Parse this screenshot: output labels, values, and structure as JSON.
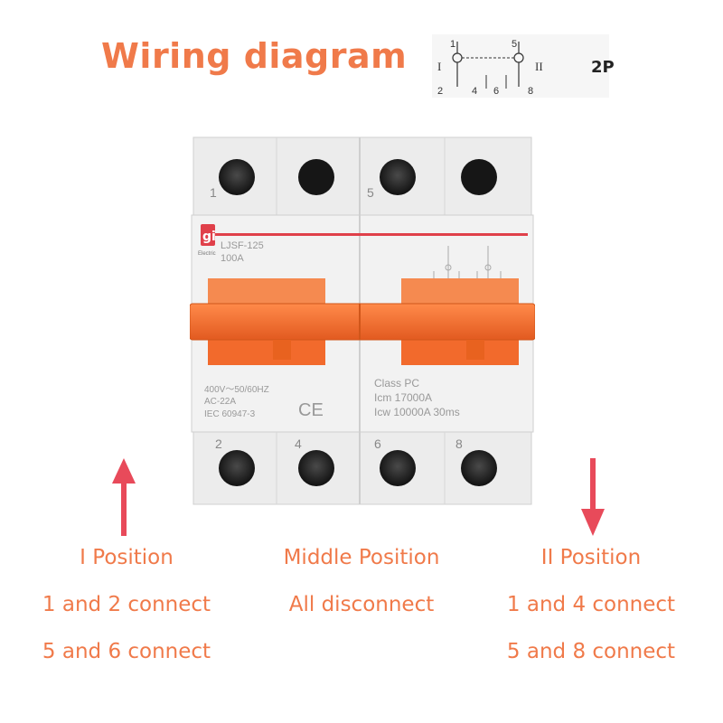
{
  "title": "Wiring diagram",
  "schematic": {
    "terminals": [
      "1",
      "5",
      "2",
      "4",
      "6",
      "8"
    ],
    "roman_left": "I",
    "roman_right": "II",
    "pole_label": "2P"
  },
  "breaker": {
    "brand": "Electric",
    "model": "LJSF-125",
    "rating": "100A",
    "top_terminals": [
      "1",
      "5"
    ],
    "bottom_terminals": [
      "2",
      "4",
      "6",
      "8"
    ],
    "spec_left": [
      "400V～50/60HZ",
      "AC-22A",
      "IEC  60947-3"
    ],
    "spec_right": [
      "Class PC",
      "Icm 17000A",
      "Icw 10000A 30ms"
    ],
    "mark": "CE"
  },
  "positions": [
    {
      "name": "I Position",
      "lines": [
        "1 and 2 connect",
        "5 and 6 connect"
      ]
    },
    {
      "name": "Middle Position",
      "lines": [
        "All disconnect"
      ]
    },
    {
      "name": "II Position",
      "lines": [
        "1 and 4 connect",
        "5 and 8 connect"
      ]
    }
  ],
  "colors": {
    "accent": "#f07a4a",
    "arrow": "#e84a5a",
    "handle": "#f26a2c",
    "body": "#ededed",
    "stripe": "#e0404a"
  }
}
